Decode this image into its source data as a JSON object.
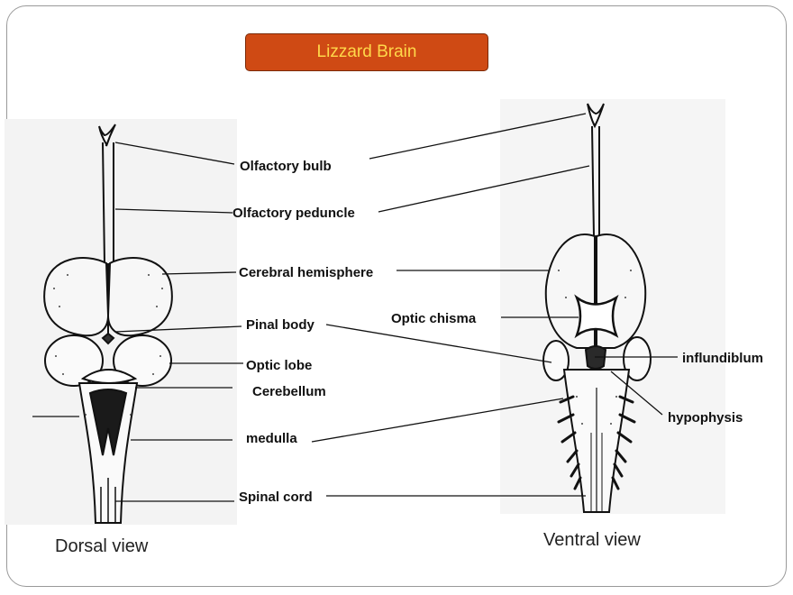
{
  "title": "Lizzard Brain",
  "colors": {
    "title_fill": "#cf4a14",
    "title_text": "#ffd84a",
    "ink": "#111111",
    "frame": "#9a9a9a"
  },
  "labels": {
    "olfactory_bulb": "Olfactory bulb",
    "olfactory_peduncle": "Olfactory peduncle",
    "cerebral_hemisphere": "Cerebral hemisphere",
    "pinal_body": "Pinal body",
    "optic_chisma": "Optic chisma",
    "optic_lobe": "Optic lobe",
    "cerebellum": "Cerebellum",
    "influndiblum": "influndiblum",
    "hypophysis": "hypophysis",
    "medulla": "medulla",
    "spinal_cord": "Spinal cord"
  },
  "views": {
    "dorsal": "Dorsal view",
    "ventral": "Ventral view"
  }
}
